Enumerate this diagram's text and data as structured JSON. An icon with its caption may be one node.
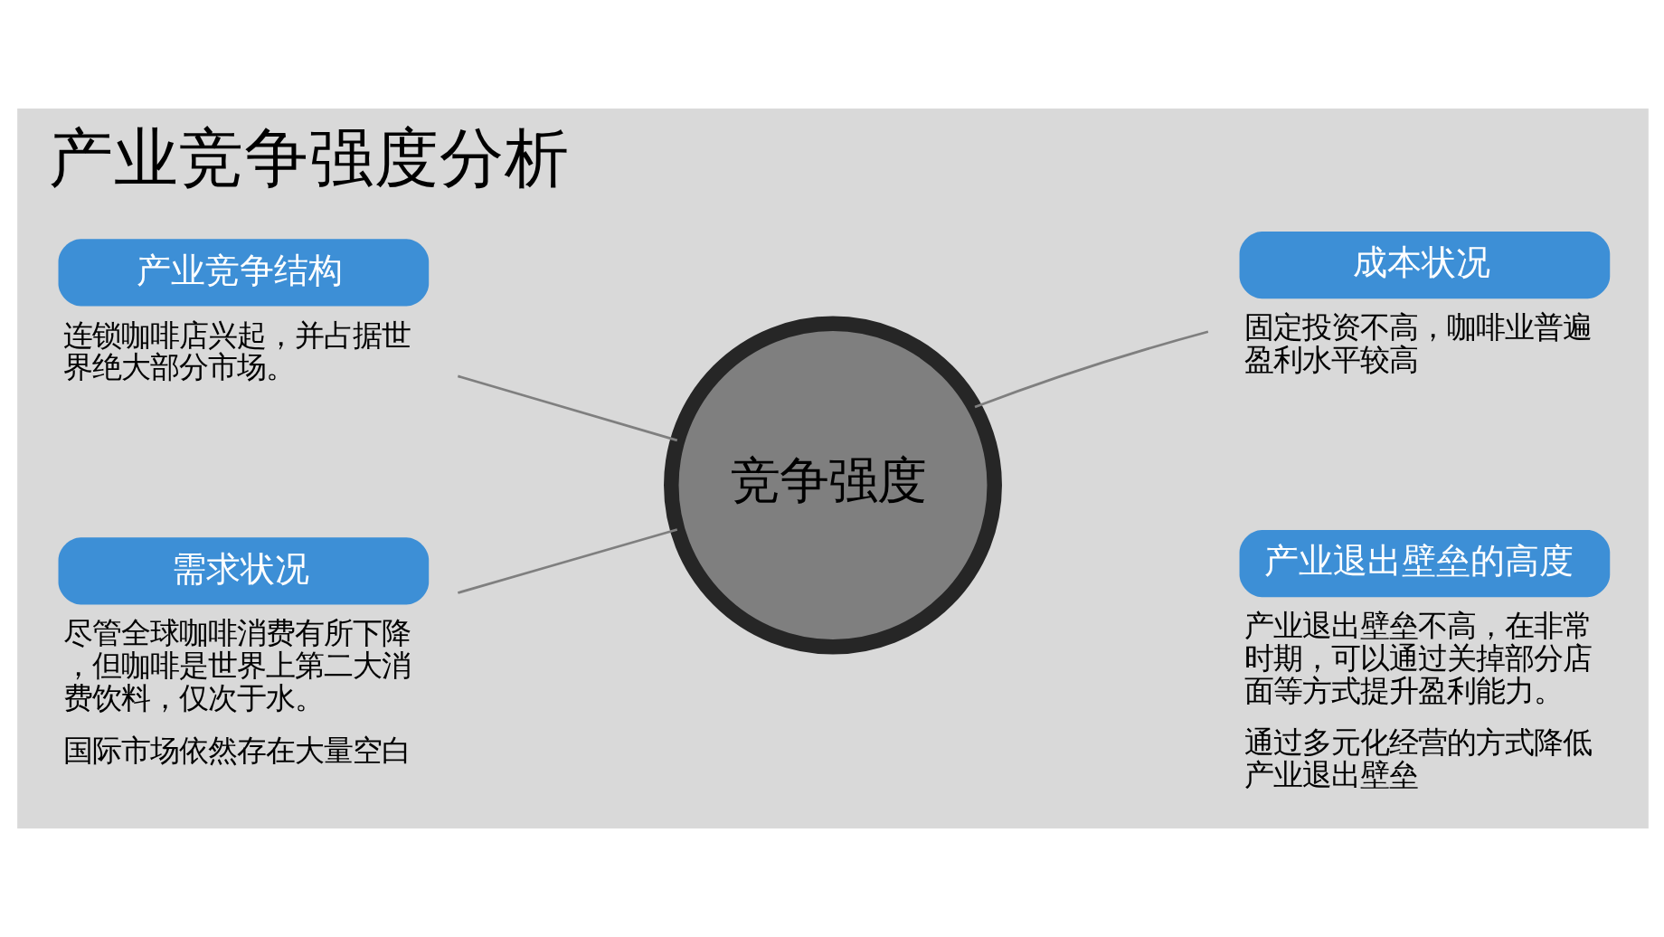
{
  "diagram": {
    "title": "产业竞争强度分析",
    "nodes": [
      {
        "text": [
          "竞争强度"
        ]
      },
      {
        "text": [
          "产业竞争结构",
          "连锁咖啡店兴起，并占据世界绝大部分市场。"
        ]
      },
      {
        "text": [
          "成本状况",
          "固定投资不高，咖啡业普遍盈利水平较高"
        ]
      },
      {
        "text": [
          "需求状况",
          "尽管全球咖啡消费有所下降，但咖啡是世界上第二大消费饮料，仅次于水。",
          "国际市场依然存在大量空白"
        ]
      },
      {
        "text": [
          "产业退出壁垒的高度",
          "产业退出壁垒不高，在非常时期，可以通过关掉部分店面等方式提升盈利能力。",
          "通过多元化经营的方式降低产业退出壁垒"
        ]
      }
    ],
    "edges": [
      {
        "from": 1,
        "to": 0,
        "arrow": "none"
      },
      {
        "from": 2,
        "to": 0,
        "arrow": "none"
      },
      {
        "from": 3,
        "to": 0,
        "arrow": "none"
      }
    ]
  }
}
